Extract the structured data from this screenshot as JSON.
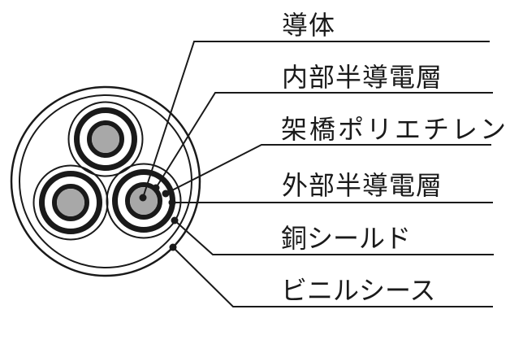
{
  "diagram": {
    "type": "cable-cross-section",
    "colors": {
      "background": "#ffffff",
      "line": "#1a1a1a",
      "conductor_fill": "#a8a8a8"
    },
    "labels": [
      {
        "id": "conductor",
        "text": "導体"
      },
      {
        "id": "inner-semiconducting-layer",
        "text": "内部半導電層"
      },
      {
        "id": "crosslinked-polyethylene",
        "text": "架橋ポリエチレン"
      },
      {
        "id": "outer-semiconducting-layer",
        "text": "外部半導電層"
      },
      {
        "id": "copper-shield",
        "text": "銅シールド"
      },
      {
        "id": "vinyl-sheath",
        "text": "ビニルシース"
      }
    ]
  }
}
